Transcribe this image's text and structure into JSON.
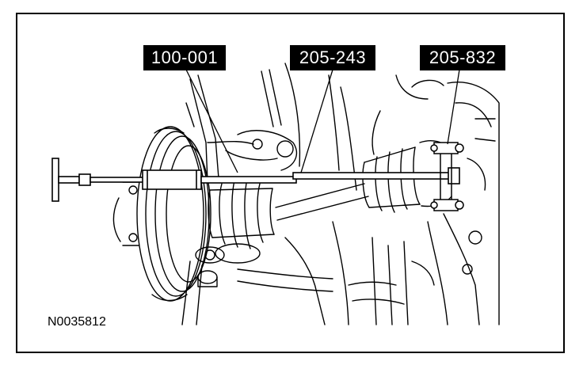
{
  "callouts": {
    "tool_1": "100-001",
    "tool_2": "205-243",
    "tool_3": "205-832"
  },
  "figure_id": "N0035812",
  "colors": {
    "line": "#000000",
    "background": "#ffffff",
    "label_bg": "#000000",
    "label_text": "#ffffff"
  }
}
